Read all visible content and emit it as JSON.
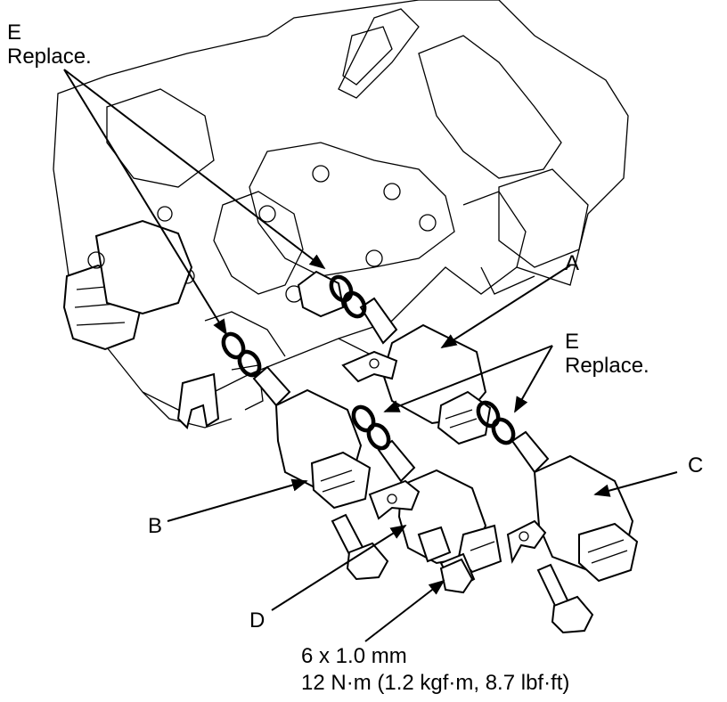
{
  "labels": {
    "e_top_letter": "E",
    "e_top_note": "Replace.",
    "a": "A",
    "e_right_letter": "E",
    "e_right_note": "Replace.",
    "b": "B",
    "c": "C",
    "d": "D",
    "bolt_size": "6 x 1.0 mm",
    "bolt_torque": "12 N·m (1.2 kgf·m, 8.7 lbf·ft)"
  },
  "parts": {
    "solenoids": [
      "solenoid-a",
      "solenoid-b",
      "solenoid-c",
      "solenoid-d"
    ],
    "o_rings": "o-ring-e",
    "bolts": "mounting-bolt"
  }
}
